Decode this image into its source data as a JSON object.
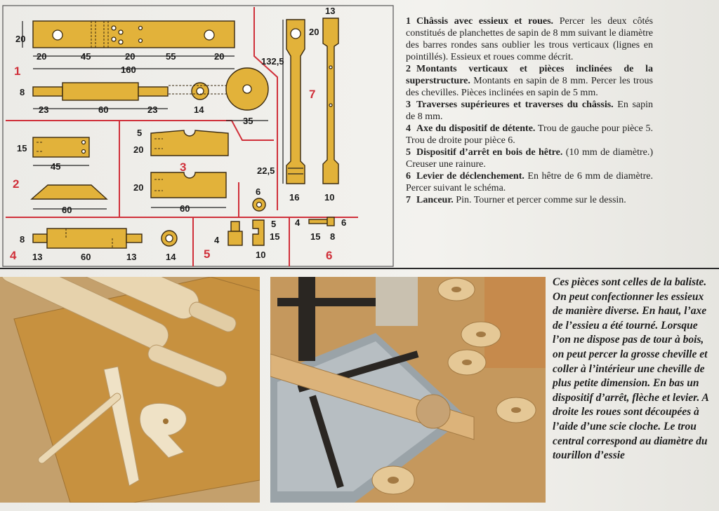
{
  "diagram": {
    "part_numbers": [
      "1",
      "2",
      "3",
      "4",
      "5",
      "6",
      "7"
    ],
    "dimensions": {
      "d20_left": "20",
      "d20a": "20",
      "d45": "45",
      "d20b": "20",
      "d55": "55",
      "d20c": "20",
      "d160": "160",
      "d8_axle": "8",
      "d23a": "23",
      "d60_axle": "60",
      "d23b": "23",
      "d14_washer": "14",
      "d35": "35",
      "d132_5": "132,5",
      "d20_top": "20",
      "d13_top": "13",
      "d15_p2": "15",
      "d45_p2": "45",
      "d60_p2": "60",
      "d5_p3": "5",
      "d20_p3a": "20",
      "d20_p3b": "20",
      "d60_p3": "60",
      "d22_5": "22,5",
      "d16": "16",
      "d10_p7": "10",
      "d8_p4": "8",
      "d13_p4a": "13",
      "d60_p4": "60",
      "d13_p4b": "13",
      "d14_p4": "14",
      "d6_p5": "6",
      "d4_p5": "4",
      "d5_p5": "5",
      "d15_p5": "15",
      "d10_p5": "10",
      "d4_p6": "4",
      "d6_p6": "6",
      "d15_p6": "15",
      "d8_p6": "8"
    }
  },
  "legend": [
    {
      "num": "1",
      "title": "Châssis avec essieux et roues.",
      "text": " Percer les deux côtés constitués de planchettes de sapin de 8 mm suivant le diamètre des barres rondes sans oublier les trous verticaux (lignes en pointillés). Essieux et roues comme décrit."
    },
    {
      "num": "2",
      "title": "Montants verticaux et pièces inclinées de la superstructure.",
      "text": " Montants en sapin de 8 mm. Percer les trous des chevilles. Pièces inclinées en sapin de 5 mm."
    },
    {
      "num": "3",
      "title": "Traverses supérieures et traverses du châssis.",
      "text": " En sapin de 8 mm."
    },
    {
      "num": "4",
      "title": "Axe du dispositif de détente.",
      "text": " Trou de gauche pour pièce 5. Trou de droite pour pièce 6."
    },
    {
      "num": "5",
      "title": "Dispositif d’arrêt en bois de hêtre.",
      "text": " (10 mm de diamètre.) Creuser une rainure."
    },
    {
      "num": "6",
      "title": "Levier de déclenchement.",
      "text": " En hêtre de 6 mm de diamètre. Percer suivant le schéma."
    },
    {
      "num": "7",
      "title": "Lanceur.",
      "text": " Pin. Tourner et percer comme sur le dessin."
    }
  ],
  "caption": "Ces pièces sont celles de la baliste. On peut confectionner les essieux de manière diverse. En haut, l’axe de l’essieu a été tourné. Lorsque l’on ne dispose pas de tour à bois, on peut percer la grosse cheville et coller à l’intérieur une cheville de plus petite dimension. En bas un dispositif d’arrêt, flèche et levier. A droite les roues sont découpées à l’aide d’une scie cloche. Le trou central correspond au diamètre du tourillon d’essie",
  "colors": {
    "part_fill": "#e2b23a",
    "part_stroke": "#3a2a10",
    "section_red": "#d0303a",
    "text": "#222222"
  }
}
